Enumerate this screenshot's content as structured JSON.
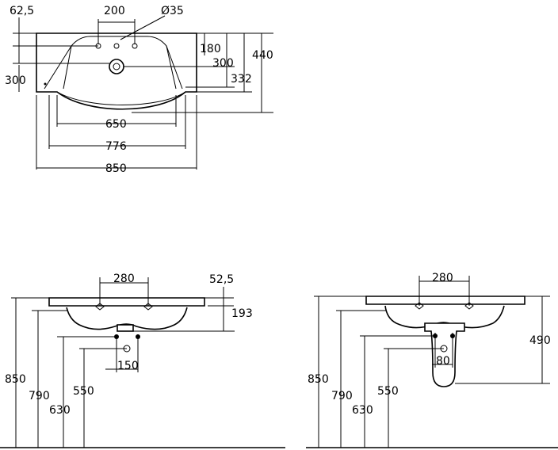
{
  "top_view": {
    "labels": {
      "edge_offset": "62,5",
      "hole_spacing": "200",
      "waste_diameter": "Ø35",
      "depth_front": "180",
      "waste_depth": "300",
      "side_depth": "332",
      "total_depth": "440",
      "left_depth": "300",
      "bowl_width": "650",
      "inner_width": "776",
      "overall_width": "850"
    }
  },
  "front_view_pedestal": {
    "labels": {
      "tap_spacing": "280",
      "rim_offset": "52,5",
      "rim_height": "193",
      "supply_spacing": "150",
      "rim_floor": "850",
      "bottom_floor": "790",
      "waste_floor": "630",
      "supply_floor": "550"
    }
  },
  "front_view_semi_pedestal": {
    "labels": {
      "tap_spacing": "280",
      "pedestal_height": "490",
      "supply_spacing": "80",
      "rim_floor": "850",
      "bottom_floor": "790",
      "waste_floor": "630",
      "supply_floor": "550"
    }
  }
}
